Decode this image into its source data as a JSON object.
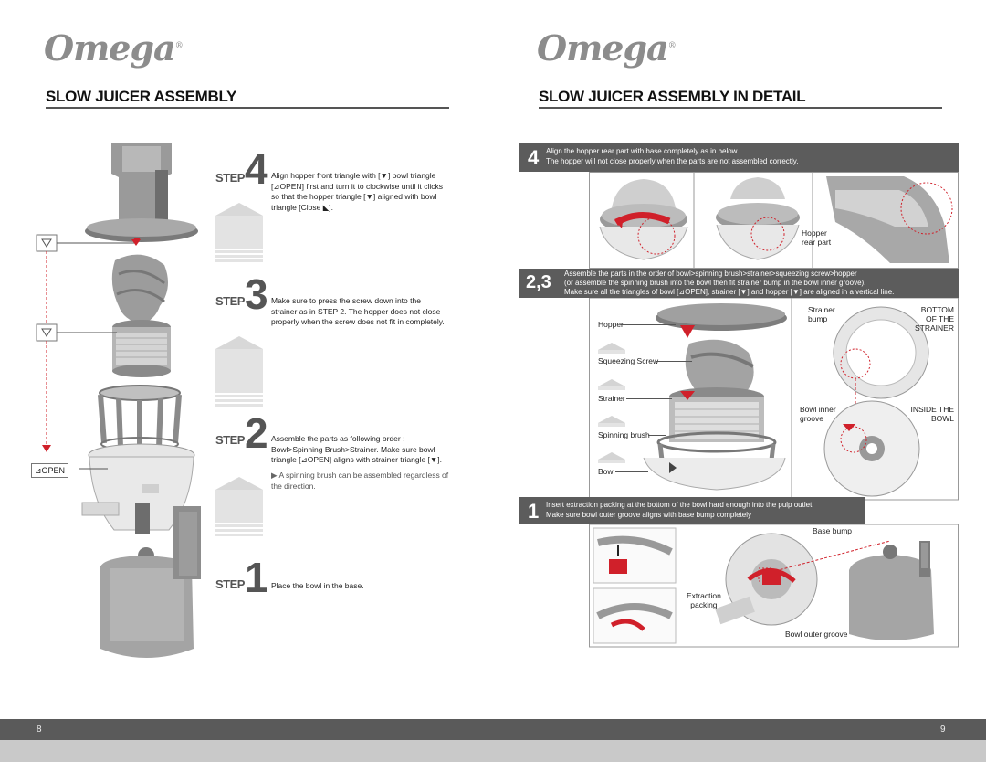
{
  "left_page": {
    "logo": "Omega",
    "logo_mark": "®",
    "heading": "SLOW JUICER ASSEMBLY",
    "open_label": "⊿OPEN",
    "steps": [
      {
        "word": "STEP",
        "number": "4",
        "text": "Align hopper front triangle with [▼] bowl triangle [⊿OPEN] first and turn it to clockwise until it clicks so that the hopper triangle [▼] aligned with bowl triangle [Close ◣]."
      },
      {
        "word": "STEP",
        "number": "3",
        "text": "Make sure to press the screw down into the strainer as in STEP 2. The hopper does not close properly when the screw does not fit in completely."
      },
      {
        "word": "STEP",
        "number": "2",
        "text": "Assemble the parts as following order : Bowl>Spinning Brush>Strainer. Make sure bowl triangle [⊿OPEN] aligns with strainer triangle [▼].",
        "note": "A spinning brush can be assembled regardless of the direction."
      },
      {
        "word": "STEP",
        "number": "1",
        "text": "Place the bowl in the base."
      }
    ],
    "page_number": "8"
  },
  "right_page": {
    "logo": "Omega",
    "logo_mark": "®",
    "heading": "SLOW JUICER ASSEMBLY IN DETAIL",
    "block4": {
      "number": "4",
      "line1": "Align the hopper rear part with base completely as in below.",
      "line2": "The hopper will not close properly when the parts are not assembled correctly.",
      "label_hopper": "Hopper",
      "label_rear": "rear part"
    },
    "block23": {
      "number": "2,3",
      "line1": "Assemble the parts in the order of bowl>spinning brush>strainer>squeezing screw>hopper",
      "line2": "(or assemble the spinning brush into the bowl then fit strainer bump in the bowl inner groove).",
      "line3": "Make sure all the triangles of bowl [⊿OPEN], strainer [▼] and hopper [▼] are aligned in a vertical line.",
      "labels": [
        "Hopper",
        "Squeezing Screw",
        "Strainer",
        "Spinning brush",
        "Bowl"
      ],
      "strainer_bump": "Strainer\nbump",
      "bottom_of_strainer": "BOTTOM\nOF THE\nSTRAINER",
      "bowl_inner_groove": "Bowl inner\ngroove",
      "inside_the_bowl": "INSIDE THE\nBOWL"
    },
    "block1": {
      "number": "1",
      "line1": "Insert extraction packing at the bottom of the bowl hard enough into the pulp outlet.",
      "line2": "Make sure bowl outer groove aligns with base bump completely",
      "base_bump": "Base bump",
      "extraction_packing": "Extraction\npacking",
      "bowl_outer_groove": "Bowl outer groove"
    },
    "page_number": "9"
  },
  "colors": {
    "title_bar": "#5c5c5c",
    "accent_red": "#d0202a",
    "footer": "#5a5a5a",
    "logo_gray": "#8c8c8c"
  }
}
